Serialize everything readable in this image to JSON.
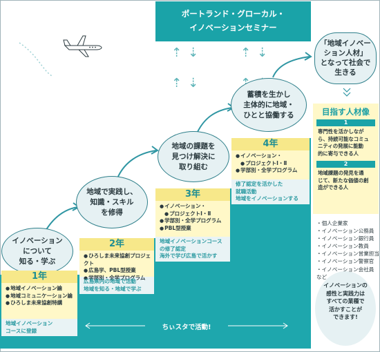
{
  "banner": {
    "line1": "ポートランド・グローカル・",
    "line2": "イノベーションセミナー"
  },
  "steps": [
    {
      "lines": [
        "イノベーション",
        "について",
        "知る・学ぶ"
      ]
    },
    {
      "lines": [
        "地域で実践し、",
        "知識・スキル",
        "を修得"
      ]
    },
    {
      "lines": [
        "地域の課題を",
        "見つけ解決に",
        "取り組む"
      ]
    },
    {
      "lines": [
        "蓄積を生かし",
        "主体的に地域・",
        "ひとと協働する"
      ]
    }
  ],
  "goal": {
    "lines": [
      "「地域イノベー",
      "ション人材」",
      "となって社会で",
      "生きる"
    ]
  },
  "years": [
    {
      "title": "1年",
      "items": [
        "地域イノベーション論",
        "地域コミュニケーション論",
        "ひろしま未来協創特講"
      ],
      "note": [
        "地域イノベーション",
        "コースに登録"
      ]
    },
    {
      "title": "2年",
      "items": [
        "ひろしま未来協創プロジェクト",
        "広島学、PBL型授業",
        "学部別・全学プログラム"
      ],
      "note": [
        "広島県内の地域で活動",
        "地域を知る・地域で学ぶ"
      ]
    },
    {
      "title": "3年",
      "items": [
        "イノベーション・",
        "プロジェクトⅠ・Ⅱ",
        "学部別・全学プログラム",
        "PBL型授業"
      ],
      "note": [
        "地域イノベーションコース",
        "の修了認定",
        "海外で学び広島で活かす"
      ]
    },
    {
      "title": "4年",
      "items": [
        "イノベーション・",
        "プロジェクトⅠ・Ⅱ",
        "学部別・全学プログラム"
      ],
      "note": [
        "修了認定を活かした",
        "就職活動",
        "地域をイノベーションする"
      ]
    }
  ],
  "talent": {
    "title": "目指す人材像",
    "items": [
      {
        "num": "1",
        "lines": [
          "専門性を活かしなが",
          "ら、持続可能なコミュ",
          "ニティの発展に能動",
          "的に寄与できる人"
        ]
      },
      {
        "num": "2",
        "lines": [
          "地域課題の発見を通",
          "じて、新たな価値の創",
          "造ができる人"
        ]
      }
    ]
  },
  "careers": [
    "・個人企業家",
    "・イノベーション公務員",
    "・イノベーション銀行員",
    "・イノベーション教員",
    "・イノベーション営業担当",
    "・イノベーション警察官",
    "・イノベーション会社員",
    "など"
  ],
  "bubble": {
    "lines": [
      "イノベーションの",
      "感性と実践力は",
      "すべての業種で",
      "活かすことが",
      "できます!"
    ]
  },
  "bottom_label": "ちぃスタで活動!",
  "colors": {
    "teal": "#1aa3a8",
    "yellow": "#fff8c8",
    "light": "#e6f1f3"
  }
}
